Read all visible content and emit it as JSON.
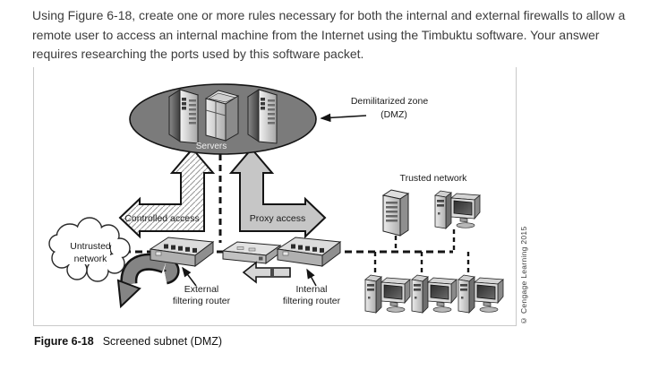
{
  "question": {
    "lines": [
      "Using Figure 6-18, create one or more rules necessary for both the internal and external firewalls to allow a",
      "remote user to access an internal machine from the Internet using the Timbuktu software. Your answer",
      "requires researching the ports used by this software packet."
    ]
  },
  "figure": {
    "caption": {
      "label": "Figure 6-18",
      "text": "Screened subnet (DMZ)"
    },
    "copyright": "© Cengage Learning 2015",
    "labels": {
      "servers": "Servers",
      "dmz_line1": "Demilitarized zone",
      "dmz_line2": "(DMZ)",
      "controlled_access": "Controlled access",
      "proxy_access": "Proxy access",
      "untrusted_line1": "Untrusted",
      "untrusted_line2": "network",
      "trusted_network": "Trusted network",
      "external_router_line1": "External",
      "external_router_line2": "filtering router",
      "internal_router_line1": "Internal",
      "internal_router_line2": "filtering router"
    },
    "colors": {
      "dmz_ellipse": "#7b7b7b",
      "proxy_arrow": "#c6c6c6",
      "return_arrow": "#d6d6d6",
      "uturn_arrow": "#848484",
      "outline": "#141414"
    }
  }
}
